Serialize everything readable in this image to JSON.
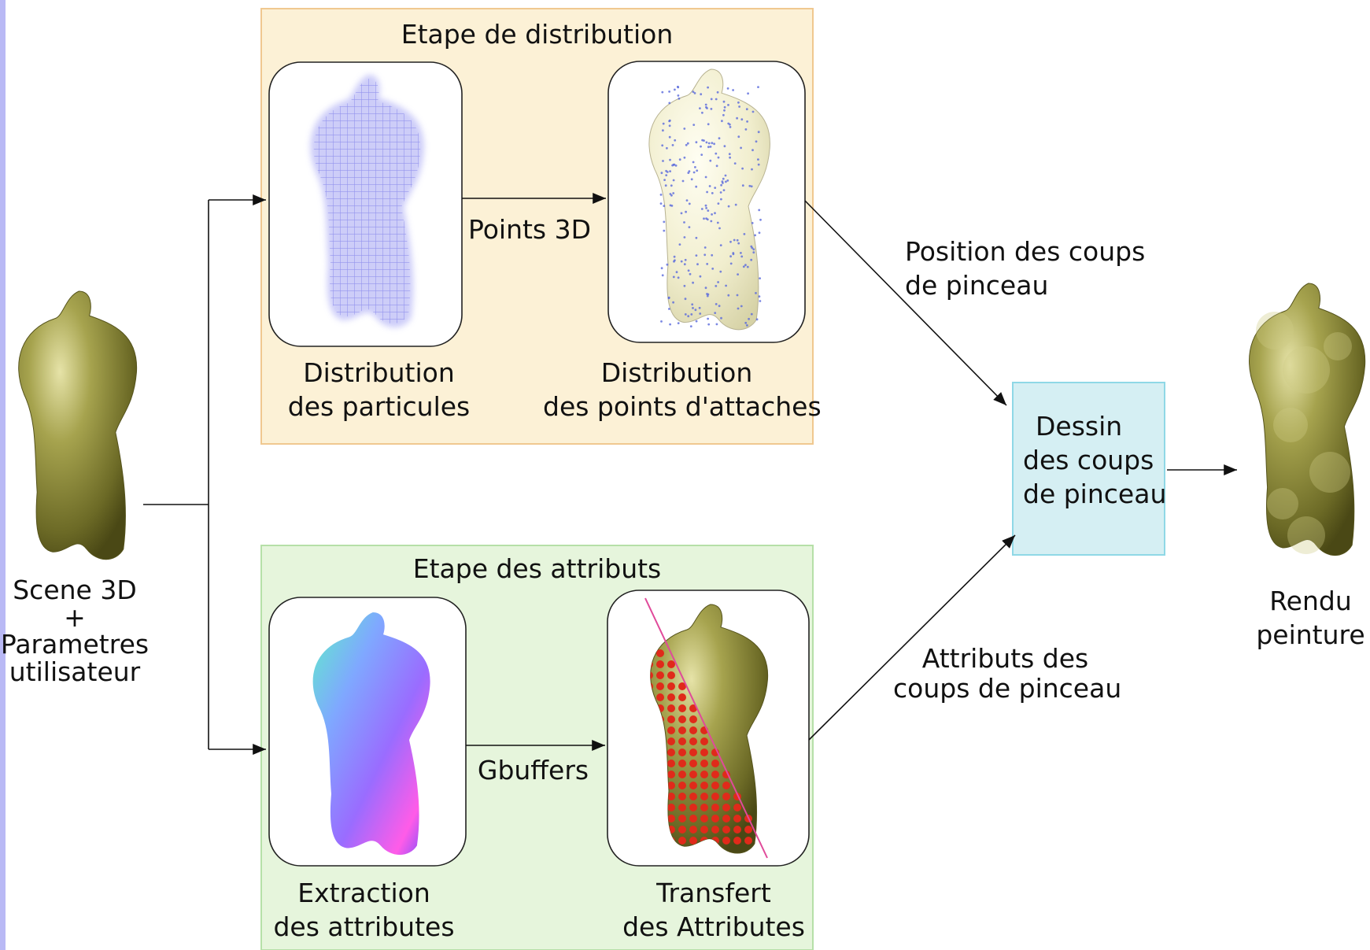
{
  "stages": {
    "distribution": {
      "title": "Etape de distribution",
      "panel_left_caption": [
        "Distribution",
        "des particules"
      ],
      "panel_right_caption": [
        "Distribution",
        "des points d'attaches"
      ],
      "arrow_label": "Points 3D",
      "fill": "#fcf1d6",
      "stroke": "#f0c890"
    },
    "attributes": {
      "title": "Etape des attributs",
      "panel_left_caption": [
        "Extraction",
        "des attributes"
      ],
      "panel_right_caption": [
        "Transfert",
        "des Attributes"
      ],
      "arrow_label": "Gbuffers",
      "fill": "#e6f5dc",
      "stroke": "#b6e0a8"
    }
  },
  "input": {
    "caption": [
      "Scene 3D",
      "+",
      "Parametres",
      "utilisateur"
    ]
  },
  "flow_labels": {
    "top": [
      "Position des coups",
      "de pinceau"
    ],
    "bottom": [
      "Attributs des",
      "coups de pinceau"
    ]
  },
  "drawing_box": {
    "label": [
      "Dessin",
      "des coups",
      "de pinceau"
    ],
    "fill": "#d5eff3",
    "stroke": "#8fd8e6"
  },
  "output": {
    "caption": [
      "Rendu",
      "peinture"
    ]
  },
  "colors": {
    "olive_model": "#8c8a3e",
    "particles": "#8f8ff0",
    "points_model": "#f6f3d8",
    "transfer_dots": "#e02a1a",
    "cut_line": "#e04a9a",
    "left_strip": "#b9b9f5"
  },
  "icons": [
    "olive-torso-icon",
    "particle-cloud-icon",
    "pointed-torso-icon",
    "normal-map-torso-icon",
    "attribute-transfer-torso-icon",
    "painted-torso-icon"
  ]
}
